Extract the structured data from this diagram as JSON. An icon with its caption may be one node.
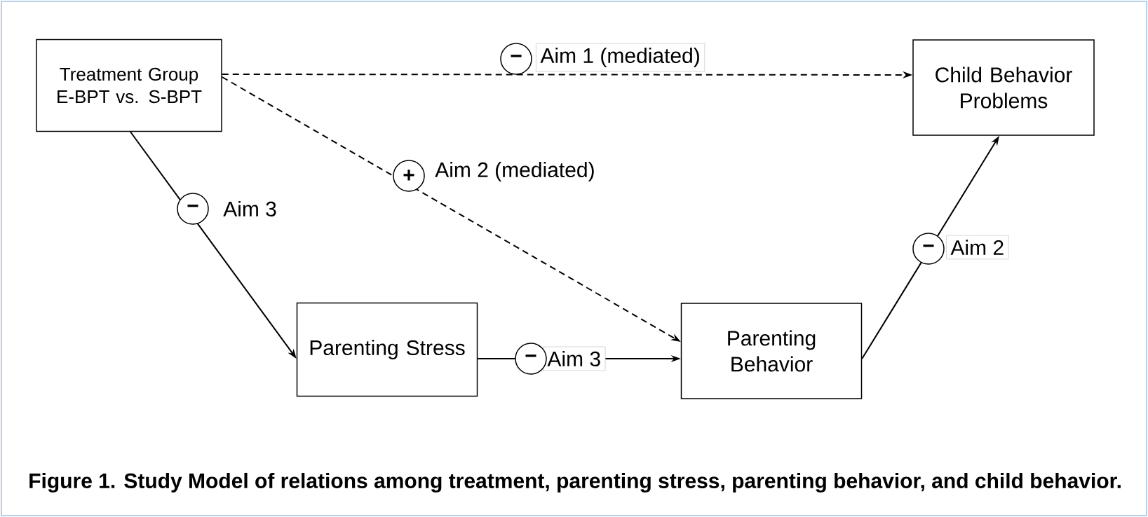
{
  "diagram": {
    "caption": "Figure 1. Study Model of relations among treatment, parenting stress, parenting behavior, and child behavior.",
    "nodes": [
      {
        "text": [
          "Treatment Group E-BPT vs. S-BPT"
        ]
      },
      {
        "text": [
          "Child Behavior Problems"
        ]
      },
      {
        "text": [
          "Parenting Stress"
        ]
      },
      {
        "text": [
          "Parenting Behavior"
        ]
      }
    ],
    "edges": [
      {
        "from": 0,
        "to": 1,
        "arrow": "to",
        "style": "dashed",
        "label": "Aim 1 (mediated)"
      },
      {
        "from": 0,
        "to": 3,
        "arrow": "to",
        "style": "dashed",
        "label": "Aim 2 (mediated)"
      },
      {
        "from": 0,
        "to": 2,
        "arrow": "to",
        "label": "Aim 3"
      },
      {
        "from": 2,
        "to": 3,
        "arrow": "to",
        "label": "Aim 3"
      },
      {
        "from": 3,
        "to": 1,
        "arrow": "to",
        "label": "Aim 2"
      }
    ],
    "labels": [
      "−",
      "+",
      "−",
      "−",
      "−"
    ]
  }
}
